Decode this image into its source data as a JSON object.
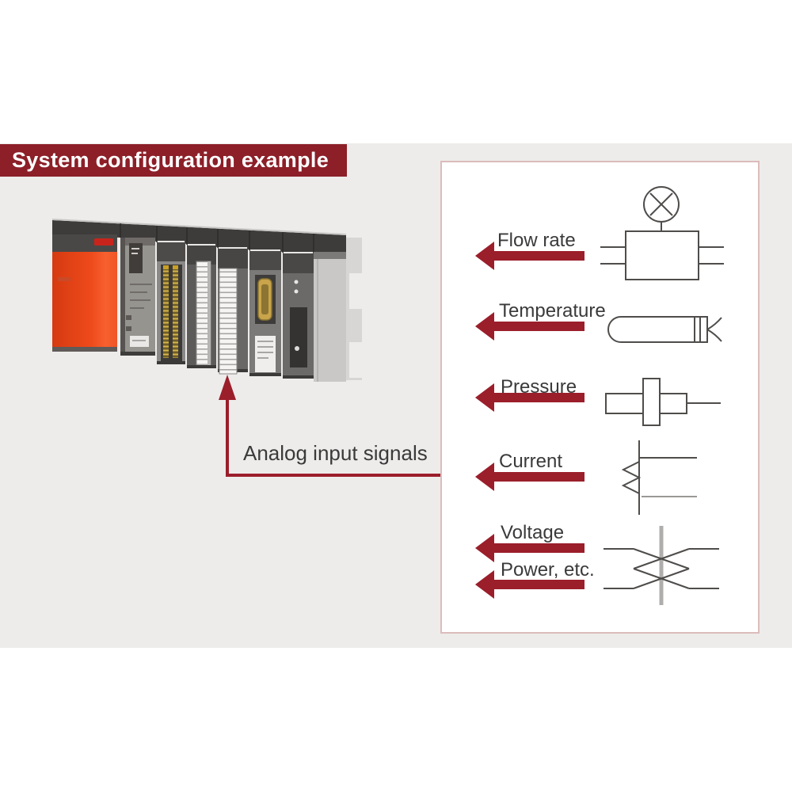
{
  "title": "System configuration example",
  "plc": {
    "callout": {
      "label": "Analog input signals"
    }
  },
  "sensor_panel": {
    "rows": [
      {
        "label": "Flow rate",
        "icon": "flow-meter-icon"
      },
      {
        "label": "Temperature",
        "icon": "temperature-probe-icon"
      },
      {
        "label": "Pressure",
        "icon": "pressure-sensor-icon"
      },
      {
        "label": "Current",
        "icon": "current-source-icon"
      },
      {
        "label": "Voltage",
        "icon": "twisted-pair-icon"
      },
      {
        "label": "Power, etc.",
        "icon": "twisted-pair-icon"
      }
    ]
  },
  "colors": {
    "maroon_banner": "#8c1f28",
    "maroon_arrow": "#9b1e2b",
    "background": "#edecea",
    "panel_border": "#dcbcbc",
    "label_text": "#3a3a3a",
    "plc_orange": "#ee4619"
  }
}
